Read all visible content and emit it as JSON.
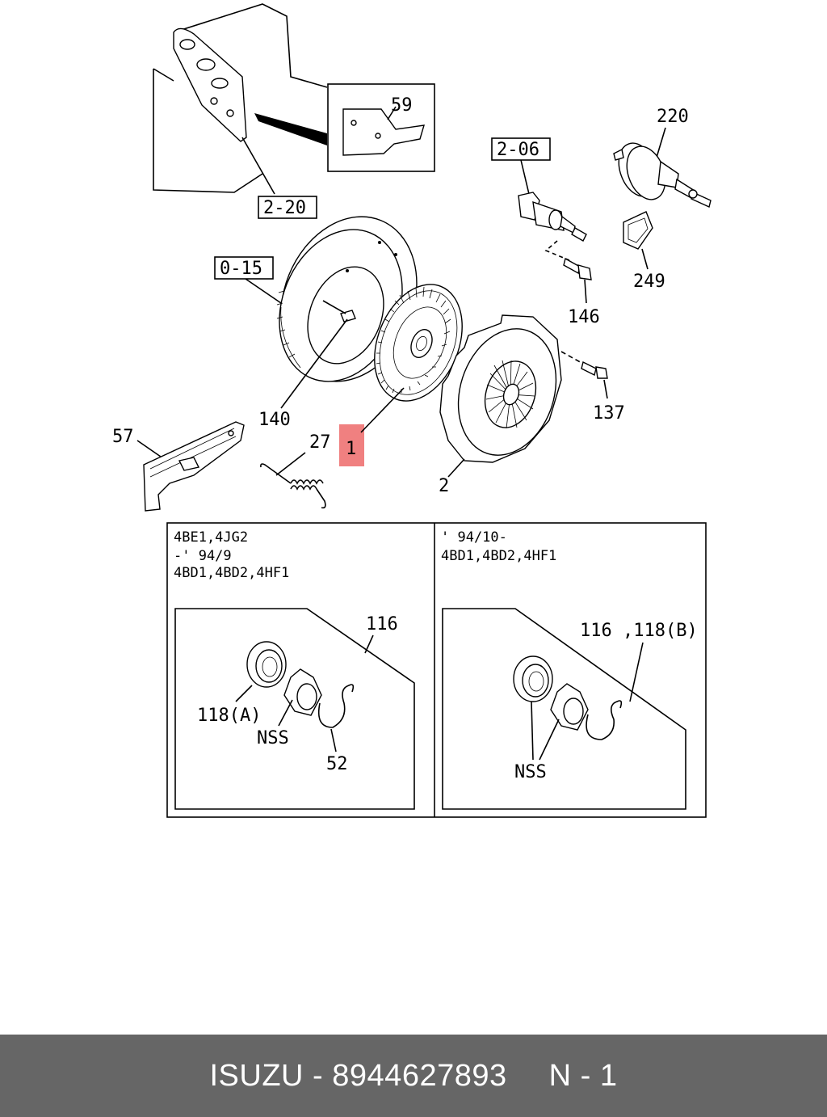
{
  "callouts": {
    "c59": "59",
    "c220": "220",
    "c2_06": "2-06",
    "c2_20": "2-20",
    "c0_15": "0-15",
    "c249": "249",
    "c146": "146",
    "c140": "140",
    "c137": "137",
    "c57": "57",
    "c27": "27",
    "c1": "1",
    "c2": "2"
  },
  "variant_left": {
    "line1": "4BE1,4JG2",
    "line2": "-' 94/9",
    "line3": "4BD1,4BD2,4HF1",
    "c116": "116",
    "c118a": "118(A)",
    "nss": "NSS",
    "c52": "52"
  },
  "variant_right": {
    "line1": "' 94/10-",
    "line2": "4BD1,4BD2,4HF1",
    "c116_118b": "116 ,118(B)",
    "nss": "NSS"
  },
  "footer": {
    "brand": "ISUZU",
    "separator": " - ",
    "part_number": "8944627893",
    "page": "N - 1"
  },
  "colors": {
    "highlight": "#f08080",
    "footer_bg": "#666666",
    "footer_text": "#ffffff"
  }
}
